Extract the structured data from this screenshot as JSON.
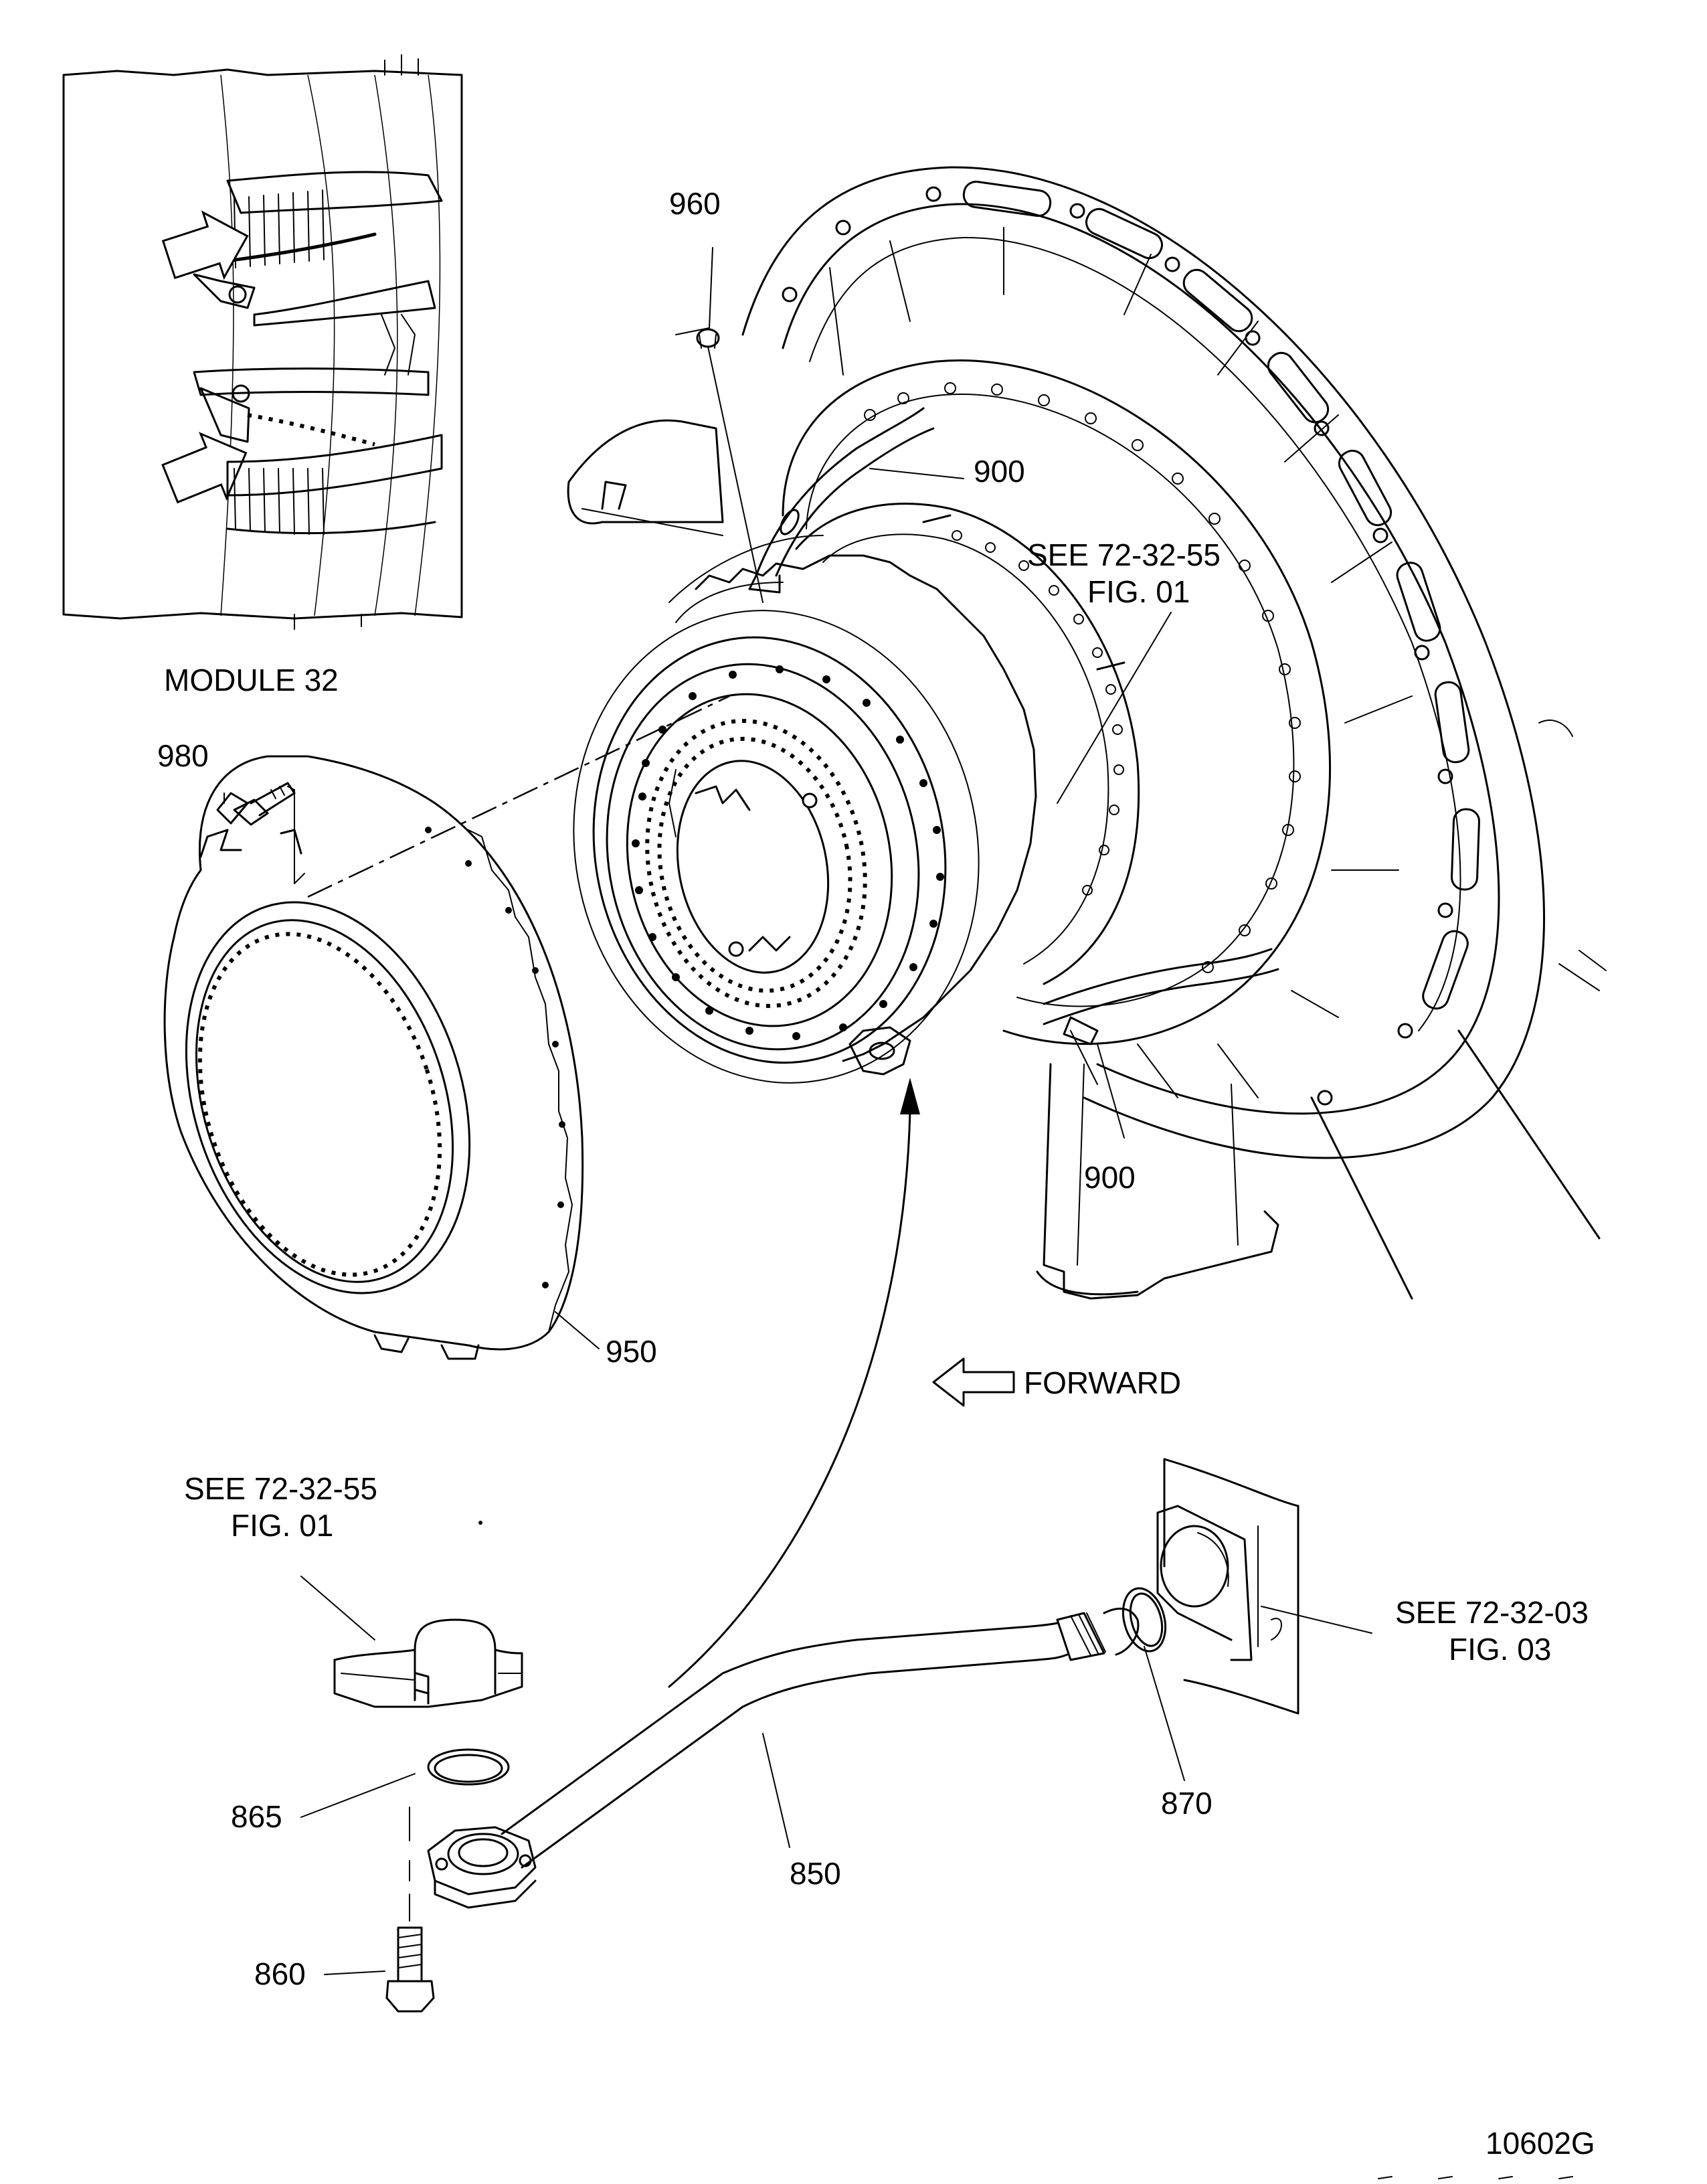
{
  "inset": {
    "title": "MODULE 32"
  },
  "direction": {
    "label": "FORWARD"
  },
  "callouts": {
    "c960": "960",
    "c900_top": "900",
    "c900_bottom": "900",
    "c980": "980",
    "c950": "950",
    "c865": "865",
    "c850": "850",
    "c870": "870",
    "c860": "860"
  },
  "references": {
    "upper": {
      "line1": "SEE   72-32-55",
      "line2": "FIG. 01"
    },
    "lower_left": {
      "line1": "SEE   72-32-55",
      "line2": "FIG. 01"
    },
    "lower_right": {
      "line1": "SEE   72-32-03",
      "line2": "FIG. 03"
    }
  },
  "figure_id": "10602G"
}
